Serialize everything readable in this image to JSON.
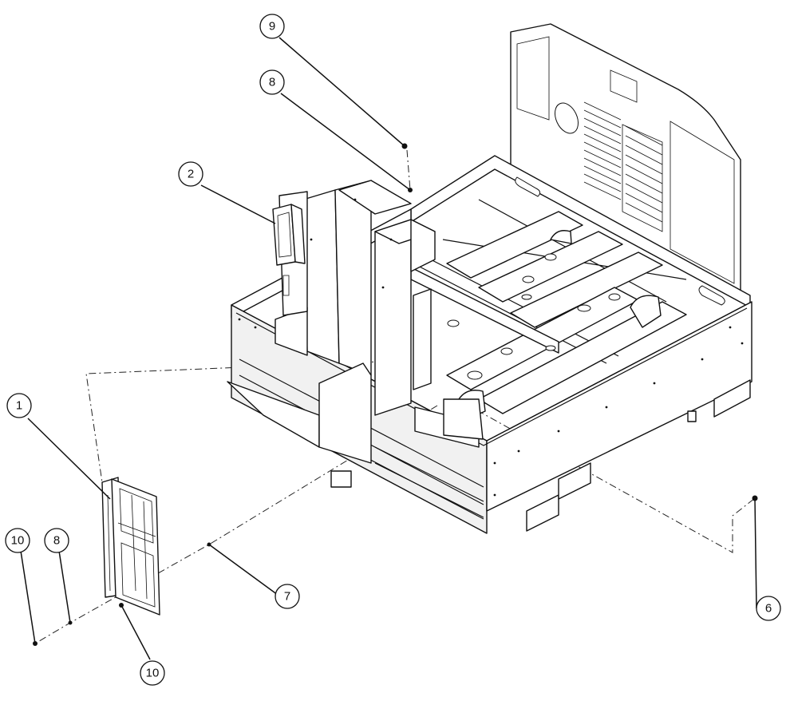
{
  "callouts": [
    {
      "id": "callout-1",
      "label": "1"
    },
    {
      "id": "callout-2",
      "label": "2"
    },
    {
      "id": "callout-6",
      "label": "6"
    },
    {
      "id": "callout-7",
      "label": "7"
    },
    {
      "id": "callout-8-top",
      "label": "8"
    },
    {
      "id": "callout-8-left",
      "label": "8"
    },
    {
      "id": "callout-9",
      "label": "9"
    },
    {
      "id": "callout-10-left",
      "label": "10"
    },
    {
      "id": "callout-10-bottom",
      "label": "10"
    }
  ]
}
